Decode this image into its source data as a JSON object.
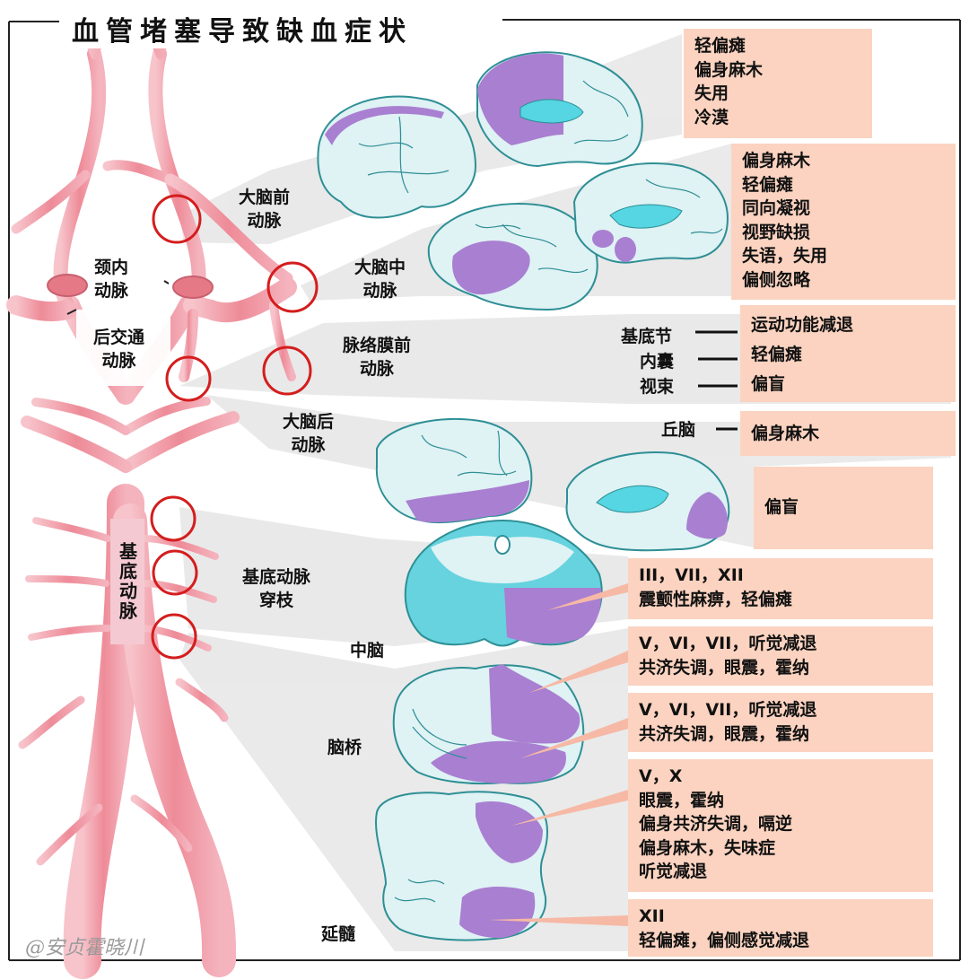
{
  "title": "血管堵塞导致缺血症状",
  "watermark": "@安贞霍晓川",
  "colors": {
    "artery": "#ef8e9b",
    "brain": "#dff2f4",
    "brain_stroke": "#2e8f95",
    "ischemia": "#a97fd1",
    "ventricle": "#55d6e2",
    "box": "#fbd3c0",
    "circle": "#d41d1d"
  },
  "artery_labels": {
    "internal_carotid": [
      "颈内",
      "动脉"
    ],
    "posterior_communicating": [
      "后交通",
      "动脉"
    ],
    "anterior_cerebral": [
      "大脑前",
      "动脉"
    ],
    "middle_cerebral": [
      "大脑中",
      "动脉"
    ],
    "anterior_choroidal": [
      "脉络膜前",
      "动脉"
    ],
    "posterior_cerebral": [
      "大脑后",
      "动脉"
    ],
    "basilar": "基底动脉",
    "basilar_perforators": [
      "基底动脉",
      "穿枝"
    ]
  },
  "structure_labels": {
    "basal_ganglia": "基底节",
    "internal_capsule": "内囊",
    "optic_tract": "视束",
    "thalamus": "丘脑",
    "midbrain": "中脑",
    "pons": "脑桥",
    "medulla": "延髓"
  },
  "symptom_boxes": {
    "aca": [
      "轻偏瘫",
      "偏身麻木",
      "失用",
      "冷漠"
    ],
    "mca": [
      "偏身麻木",
      "轻偏瘫",
      "同向凝视",
      "视野缺损",
      "失语，失用",
      "偏侧忽略"
    ],
    "achoroidal": [
      "运动功能减退",
      "轻偏瘫",
      "偏盲"
    ],
    "thalamus": [
      "偏身麻木"
    ],
    "pca": [
      "偏盲"
    ],
    "midbrain": [
      "III，VII，XII",
      "震颤性麻痹，轻偏瘫"
    ],
    "pons_upper": [
      "V，VI，VII，听觉减退",
      "共济失调，眼震，霍纳"
    ],
    "pons_lower": [
      "V，VI，VII，听觉减退",
      "共济失调，眼震，霍纳"
    ],
    "medulla_upper": [
      "V，X",
      "眼震，霍纳",
      "偏身共济失调，嗝逆",
      "偏身麻木，失味症",
      "听觉减退"
    ],
    "medulla_lower": [
      "XII",
      "轻偏瘫，偏侧感觉减退"
    ]
  }
}
